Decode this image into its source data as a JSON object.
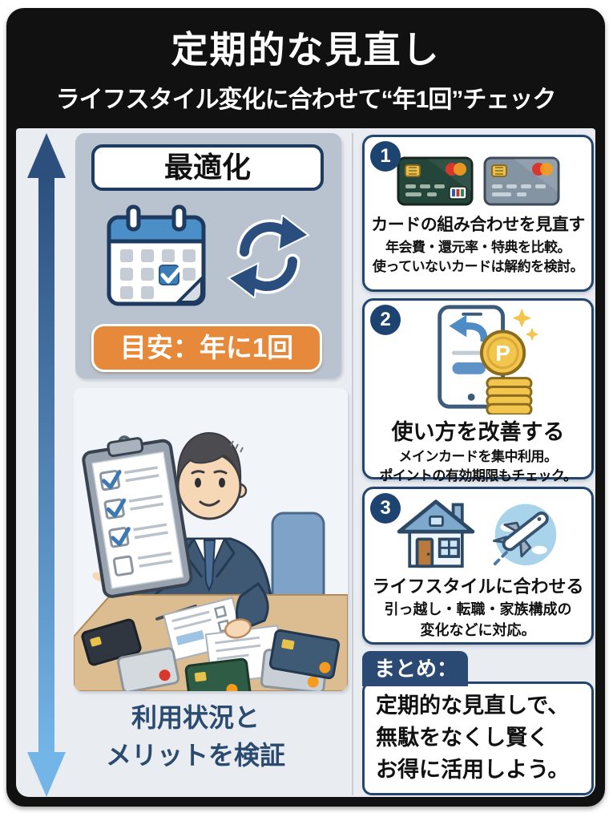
{
  "header": {
    "title": "定期的な見直し",
    "subtitle": "ライフスタイル変化に合わせて“年1回”チェック"
  },
  "optimization_panel": {
    "title": "最適化",
    "pace_badge": "目安：年に1回",
    "icons": [
      "calendar-check-icon",
      "refresh-cycle-icon"
    ]
  },
  "illustration": {
    "icon": "man-reviewing-checklist-illustration"
  },
  "verification": {
    "line1": "利用状況と",
    "line2": "メリットを検証"
  },
  "steps": [
    {
      "number": "1",
      "icon": "credit-cards-icon",
      "title": "カードの組み合わせを見直す",
      "body1": "年会費・還元率・特典を比較。",
      "body2": "使っていないカードは解約を検討。"
    },
    {
      "number": "2",
      "icon": "phone-points-icon",
      "title": "使い方を改善する",
      "body1": "メインカードを集中利用。",
      "body2": "ポイントの有効期限もチェック。"
    },
    {
      "number": "3",
      "icon": "house-airplane-icon",
      "title": "ライフスタイルに合わせる",
      "body1": "引っ越し・転職・家族構成の",
      "body2": "変化などに対応。"
    }
  ],
  "summary": {
    "label": "まとめ：",
    "line1": "定期的な見直しで、",
    "line2": "無駄をなくし賢く",
    "line3": "お得に活用しよう。"
  },
  "colors": {
    "frame": "#111111",
    "content_bg": "#e9edf2",
    "panel_bg": "#b9c3d0",
    "card_border": "#24466e",
    "number_badge": "#1d4470",
    "orange_badge": "#e6893b",
    "arrow_top": "#2c4f7e",
    "arrow_bottom": "#74b5e8",
    "text_navy": "#2b4a70"
  }
}
